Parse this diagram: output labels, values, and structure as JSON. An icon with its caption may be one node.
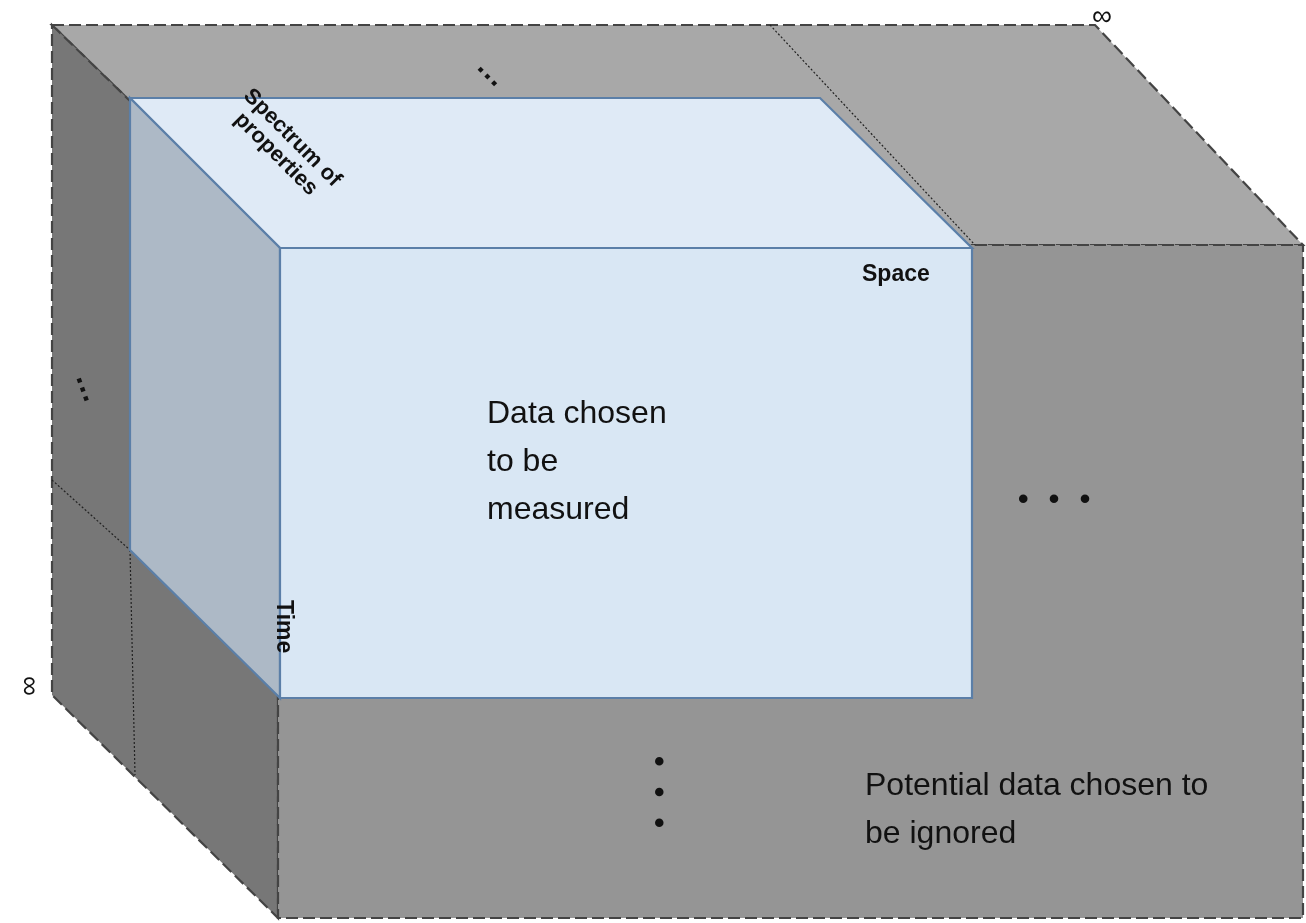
{
  "diagram": {
    "nodes": [
      {
        "text": [
          "Potential data chosen to be ignored"
        ]
      },
      {
        "text": [
          "Data chosen to be measured",
          "Space",
          "Time",
          "Spectrum of properties"
        ]
      }
    ],
    "labels": [
      "∞",
      "…",
      "…",
      "• • •",
      "∞",
      "• • •"
    ]
  }
}
